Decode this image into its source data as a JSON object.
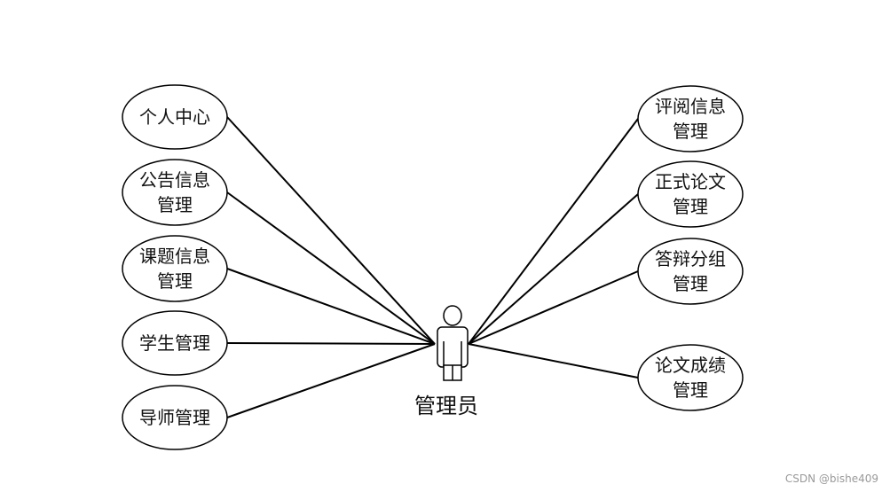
{
  "diagram": {
    "actor": {
      "label": "管理员",
      "icon": "stick-figure-actor-icon"
    },
    "left_use_cases": [
      {
        "id": "personal-center",
        "lines": [
          "个人中心"
        ]
      },
      {
        "id": "announcement-info-management",
        "lines": [
          "公告信息",
          "管理"
        ]
      },
      {
        "id": "topic-info-management",
        "lines": [
          "课题信息",
          "管理"
        ]
      },
      {
        "id": "student-management",
        "lines": [
          "学生管理"
        ]
      },
      {
        "id": "supervisor-management",
        "lines": [
          "导师管理"
        ]
      }
    ],
    "right_use_cases": [
      {
        "id": "review-info-management",
        "lines": [
          "评阅信息",
          "管理"
        ]
      },
      {
        "id": "formal-thesis-management",
        "lines": [
          "正式论文",
          "管理"
        ]
      },
      {
        "id": "defense-group-management",
        "lines": [
          "答辩分组",
          "管理"
        ]
      },
      {
        "id": "thesis-grade-management",
        "lines": [
          "论文成绩",
          "管理"
        ]
      }
    ],
    "colors": {
      "stroke": "#000000",
      "text": "#111111",
      "watermark": "#9a9a9a"
    }
  },
  "watermark": "CSDN @bishe409"
}
